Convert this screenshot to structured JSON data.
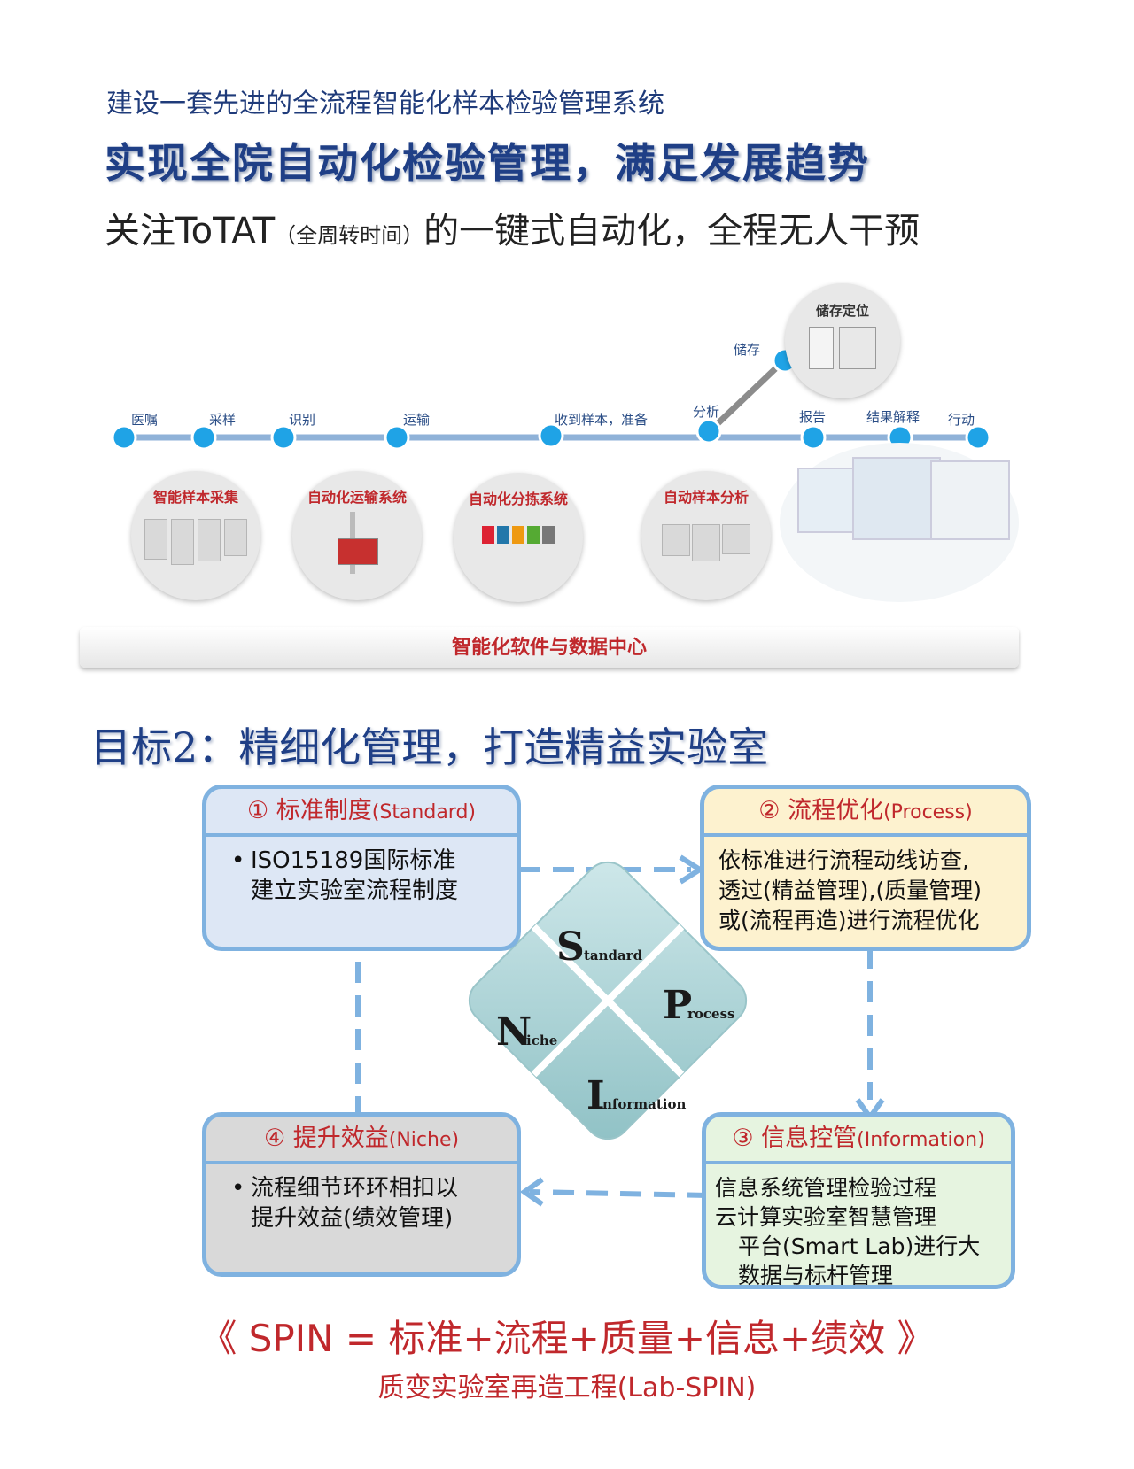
{
  "header": {
    "subtitle": "建设一套先进的全流程智能化样本检验管理系统",
    "title": "实现全院自动化检验管理，满足发展趋势",
    "focus_prefix": "关注ToTAT",
    "focus_paren": "（全周转时间）",
    "focus_suffix": "的一键式自动化，全程无人干预"
  },
  "flow": {
    "nodes": [
      "医嘱",
      "采样",
      "识别",
      "运输",
      "收到样本，准备",
      "分析",
      "储存",
      "报告",
      "结果解释",
      "行动"
    ],
    "modules": [
      "智能样本采集",
      "自动化运输系统",
      "自动化分拣系统",
      "自动样本分析"
    ],
    "storage_label": "储存定位",
    "software_bar": "智能化软件与数据中心",
    "colors": {
      "line": "#8fb2d8",
      "dot": "#1fa3e6"
    }
  },
  "goal": {
    "title": "目标2：精细化管理，打造精益实验室"
  },
  "boxes": {
    "standard": {
      "num": "①",
      "title": "标准制度",
      "en": "(Standard)",
      "lines": [
        "ISO15189国际标准",
        "建立实验室流程制度"
      ],
      "color": "#dde7f5"
    },
    "process": {
      "num": "②",
      "title": "流程优化",
      "en": "(Process)",
      "lines": [
        "依标准进行流程动线访查,",
        "透过(精益管理),(质量管理)",
        "或(流程再造)进行流程优化"
      ],
      "color": "#fdf2cf"
    },
    "information": {
      "num": "③",
      "title": "信息控管",
      "en": "(Information)",
      "lines": [
        "信息系统管理检验过程",
        "云计算实验室智慧管理",
        "平台(Smart Lab)进行大",
        "数据与标杆管理"
      ],
      "color": "#e6f4e0"
    },
    "niche": {
      "num": "④",
      "title": "提升效益",
      "en": "(Niche)",
      "lines": [
        "流程细节环环相扣以",
        "提升效益(绩效管理)"
      ],
      "color": "#d9d9d9"
    }
  },
  "diamond": {
    "s_big": "S",
    "s_small": "tandard",
    "p_big": "P",
    "p_small": "rocess",
    "n_big": "N",
    "n_small": "iche",
    "i_big": "I",
    "i_small": "nformation"
  },
  "footer": {
    "formula": "《 SPIN = 标准+流程+质量+信息+绩效 》",
    "subtitle": "质变实验室再造工程(Lab-SPIN)"
  }
}
